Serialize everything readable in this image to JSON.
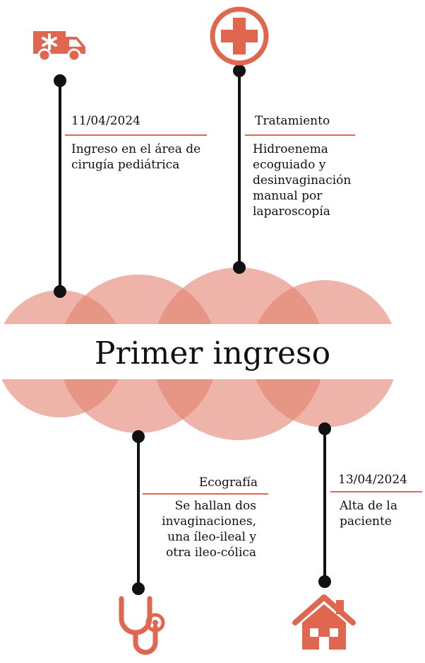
{
  "colors": {
    "accent": "#e0664f",
    "circle_fill": "#e8a295",
    "circle_overlap": "#de7f6c",
    "line": "#111111"
  },
  "title": "Primer ingreso",
  "events": [
    {
      "id": "ingreso",
      "icon": "ambulance-icon",
      "heading": "11/04/2024",
      "text": "Ingreso en el área de cirugía pediátrica"
    },
    {
      "id": "tratamiento",
      "icon": "medical-cross-icon",
      "heading": "Tratamiento",
      "text": "Hidroenema ecoguiado y desinvaginación manual por laparoscopía"
    },
    {
      "id": "ecografia",
      "icon": "stethoscope-icon",
      "heading": "Ecografía",
      "text": "Se hallan dos invaginaciones, una íleo-ileal y otra ileo-cólica"
    },
    {
      "id": "alta",
      "icon": "house-icon",
      "heading": "13/04/2024",
      "text": "Alta de la paciente"
    }
  ]
}
